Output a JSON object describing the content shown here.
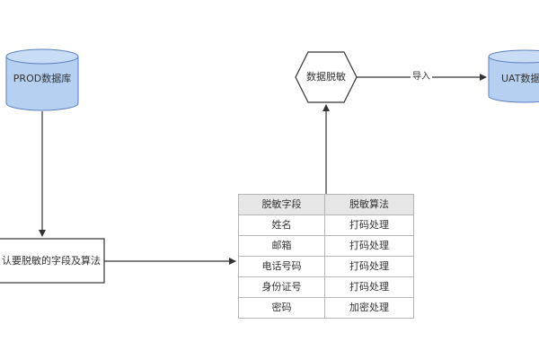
{
  "nodes": {
    "prod_db": "PROD数据库",
    "confirm_fields": "认要脱敏的字段及算法",
    "data_masking": "数据脱敏",
    "uat_db": "UAT数据"
  },
  "edges": {
    "import_label": "导入"
  },
  "table": {
    "headers": [
      "脱敏字段",
      "脱敏算法"
    ],
    "rows": [
      [
        "姓名",
        "打码处理"
      ],
      [
        "邮箱",
        "打码处理"
      ],
      [
        "电话号码",
        "打码处理"
      ],
      [
        "身份证号",
        "打码处理"
      ],
      [
        "密码",
        "加密处理"
      ]
    ]
  },
  "colors": {
    "cylinder_fill": "#b5d0f0",
    "cylinder_stroke": "#5b7fbf",
    "line": "#333333",
    "table_header_bg": "#e6e6e6",
    "table_border": "#b5b5b5"
  }
}
